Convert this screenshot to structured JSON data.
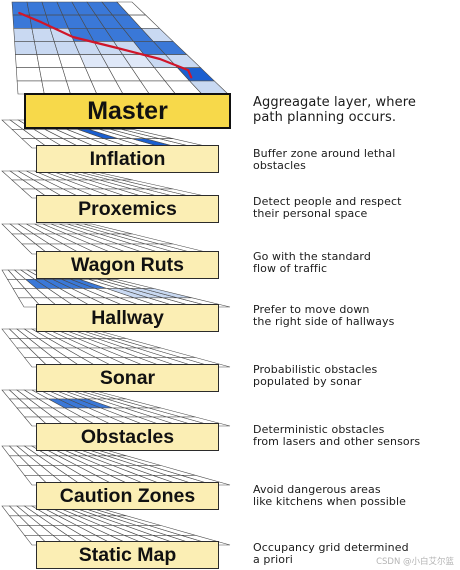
{
  "colors": {
    "label_fill": "#fbeeb4",
    "master_fill": "#f7d94a",
    "cell_light_blue": "#c9d9f2",
    "cell_blue": "#3a78d8",
    "cell_dark_blue": "#1b5fd0",
    "path_red": "#d0152a"
  },
  "layers": [
    {
      "id": "master",
      "label": "Master",
      "description": [
        "Aggreagate layer, where",
        "path planning occurs."
      ]
    },
    {
      "id": "inflation",
      "label": "Inflation",
      "description": [
        "Buffer zone around lethal",
        "obstacles"
      ]
    },
    {
      "id": "proxemics",
      "label": "Proxemics",
      "description": [
        "Detect people and respect",
        "their personal space"
      ]
    },
    {
      "id": "wagon-ruts",
      "label": "Wagon Ruts",
      "description": [
        "Go with the standard",
        "flow of traffic"
      ]
    },
    {
      "id": "hallway",
      "label": "Hallway",
      "description": [
        "Prefer to move down",
        "the right side of hallways"
      ]
    },
    {
      "id": "sonar",
      "label": "Sonar",
      "description": [
        "Probabilistic obstacles",
        "populated by sonar"
      ]
    },
    {
      "id": "obstacles",
      "label": "Obstacles",
      "description": [
        "Deterministic obstacles",
        "from lasers and other sensors"
      ]
    },
    {
      "id": "caution-zones",
      "label": "Caution Zones",
      "description": [
        "Avoid dangerous areas",
        "like kitchens when possible"
      ]
    },
    {
      "id": "static-map",
      "label": "Static Map",
      "description": [
        "Occupancy grid determined",
        "a priori"
      ]
    }
  ],
  "watermark": "CSDN @小白艾尔篮"
}
